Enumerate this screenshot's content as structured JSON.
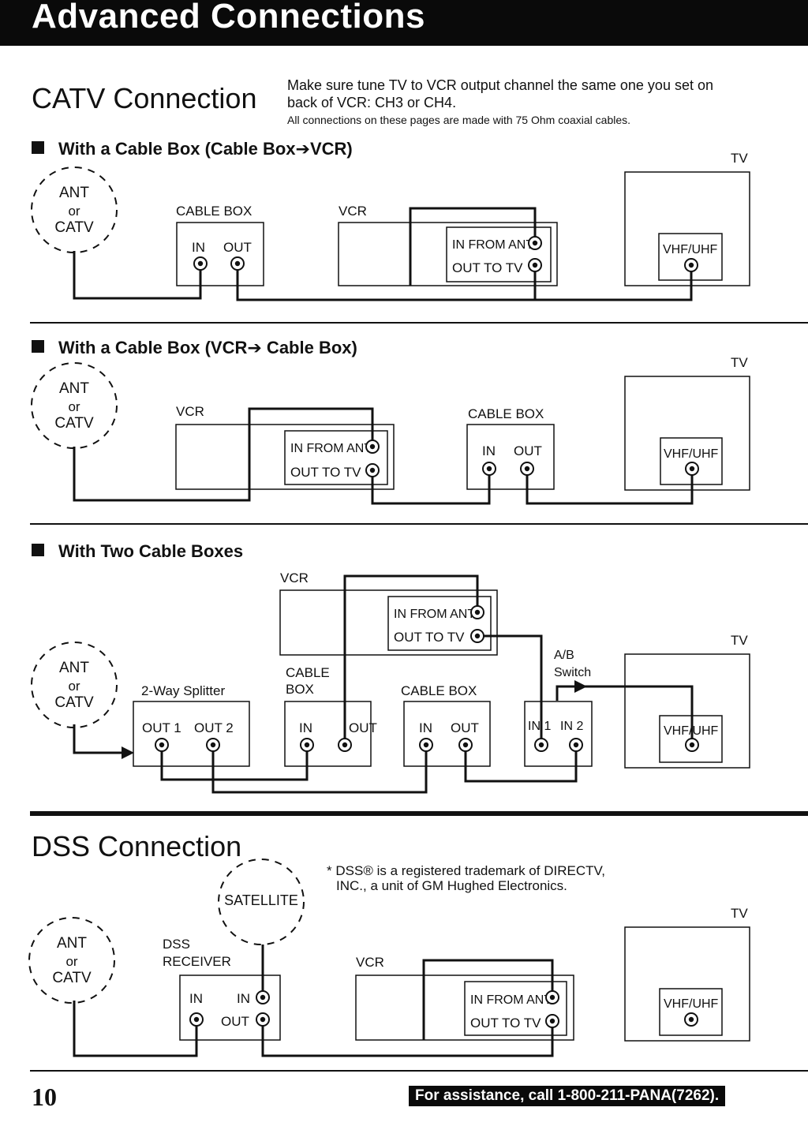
{
  "header": {
    "title": "Advanced Connections"
  },
  "catv": {
    "title": "CATV Connection",
    "intro_line1": "Make sure tune TV to VCR output channel the same one you set on",
    "intro_line2": "back of VCR: CH3 or CH4.",
    "note": "All connections on these pages are made with 75 Ohm coaxial cables.",
    "sections": [
      {
        "title": "With a Cable Box (Cable Box➔VCR)"
      },
      {
        "title": "With a Cable Box (VCR➔ Cable Box)"
      },
      {
        "title": "With Two Cable Boxes"
      }
    ]
  },
  "labels": {
    "ant": "ANT",
    "or": "or",
    "catv": "CATV",
    "tv": "TV",
    "vcr": "VCR",
    "cable_box": "CABLE BOX",
    "cable": "CABLE",
    "box": "BOX",
    "in": "IN",
    "out": "OUT",
    "in_from_ant": "IN FROM ANT.",
    "out_to_tv": "OUT TO TV",
    "vhf_uhf": "VHF/UHF",
    "splitter": "2-Way Splitter",
    "out1": "OUT 1",
    "out2": "OUT 2",
    "ab": "A/B",
    "switch": "Switch",
    "in1": "IN 1",
    "in2": "IN 2",
    "satellite": "SATELLITE",
    "dss": "DSS",
    "receiver": "RECEIVER"
  },
  "dss": {
    "title": "DSS Connection",
    "trademark_line1": "DSS® is a registered trademark of DIRECTV,",
    "trademark_line2": "INC., a unit of GM Hughed Electronics.",
    "trademark_mark": "*"
  },
  "footer": {
    "page_number": "10",
    "assistance": "For assistance, call 1-800-211-PANA(7262)."
  }
}
